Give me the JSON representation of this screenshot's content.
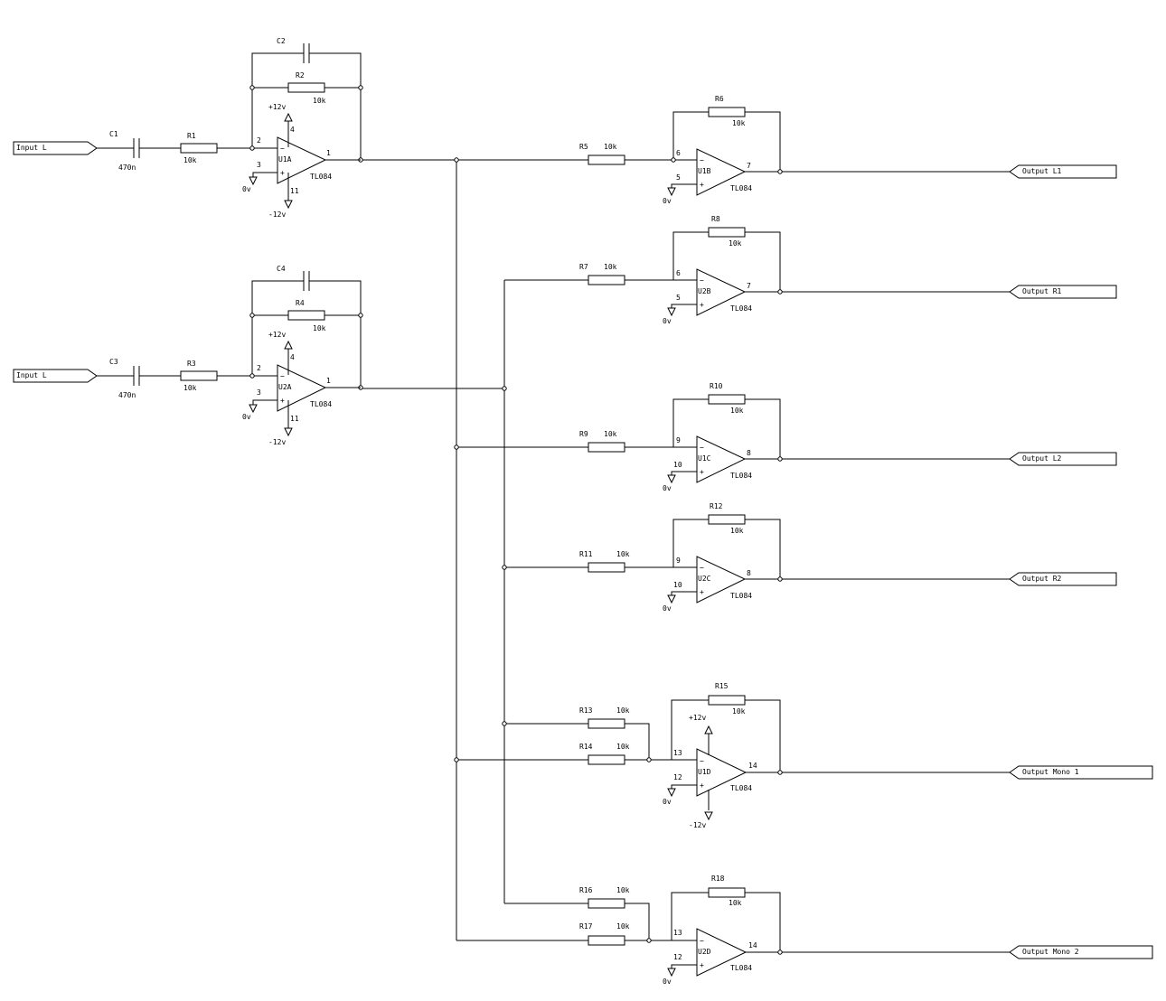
{
  "ports": {
    "in_l_top": "Input L",
    "in_l_bottom": "Input L",
    "out_l1": "Output L1",
    "out_r1": "Output R1",
    "out_l2": "Output L2",
    "out_r2": "Output R2",
    "out_mono1": "Output Mono 1",
    "out_mono2": "Output Mono 2"
  },
  "inputStages": [
    {
      "c_in": "C1",
      "c_in_val": "470n",
      "r_in": "R1",
      "r_in_val": "10k",
      "c_fb": "C2",
      "r_fb": "R2",
      "r_fb_val": "10k",
      "unit": "U1A",
      "part": "TL084",
      "pin_inv": "2",
      "pin_noninv": "3",
      "pin_out": "1",
      "pin_vpos": "4",
      "pin_vneg": "11",
      "vpos": "+12v",
      "vneg": "-12v",
      "gnd": "0v"
    },
    {
      "c_in": "C3",
      "c_in_val": "470n",
      "r_in": "R3",
      "r_in_val": "10k",
      "c_fb": "C4",
      "r_fb": "R4",
      "r_fb_val": "10k",
      "unit": "U2A",
      "part": "TL084",
      "pin_inv": "2",
      "pin_noninv": "3",
      "pin_out": "1",
      "pin_vpos": "4",
      "pin_vneg": "11",
      "vpos": "+12v",
      "vneg": "-12v",
      "gnd": "0v"
    }
  ],
  "outputStages": [
    {
      "r_in": "R5",
      "r_in_val": "10k",
      "r_fb": "R6",
      "r_fb_val": "10k",
      "unit": "U1B",
      "part": "TL084",
      "pin_inv": "6",
      "pin_noninv": "5",
      "pin_out": "7",
      "gnd": "0v"
    },
    {
      "r_in": "R7",
      "r_in_val": "10k",
      "r_fb": "R8",
      "r_fb_val": "10k",
      "unit": "U2B",
      "part": "TL084",
      "pin_inv": "6",
      "pin_noninv": "5",
      "pin_out": "7",
      "gnd": "0v"
    },
    {
      "r_in": "R9",
      "r_in_val": "10k",
      "r_fb": "R10",
      "r_fb_val": "10k",
      "unit": "U1C",
      "part": "TL084",
      "pin_inv": "9",
      "pin_noninv": "10",
      "pin_out": "8",
      "gnd": "0v"
    },
    {
      "r_in": "R11",
      "r_in_val": "10k",
      "r_fb": "R12",
      "r_fb_val": "10k",
      "unit": "U2C",
      "part": "TL084",
      "pin_inv": "9",
      "pin_noninv": "10",
      "pin_out": "8",
      "gnd": "0v"
    }
  ],
  "mixStages": [
    {
      "r_a": "R13",
      "r_a_val": "10k",
      "r_b": "R14",
      "r_b_val": "10k",
      "r_fb": "R15",
      "r_fb_val": "10k",
      "unit": "U1D",
      "part": "TL084",
      "pin_inv": "13",
      "pin_noninv": "12",
      "pin_out": "14",
      "gnd": "0v",
      "vpos": "+12v",
      "vneg": "-12v"
    },
    {
      "r_a": "R16",
      "r_a_val": "10k",
      "r_b": "R17",
      "r_b_val": "10k",
      "r_fb": "R18",
      "r_fb_val": "10k",
      "unit": "U2D",
      "part": "TL084",
      "pin_inv": "13",
      "pin_noninv": "12",
      "pin_out": "14",
      "gnd": "0v"
    }
  ]
}
